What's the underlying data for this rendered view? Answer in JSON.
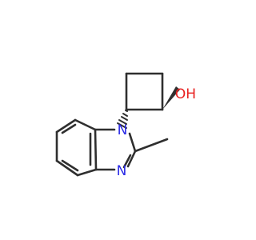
{
  "molecule": {
    "atoms": {
      "oh": "OH",
      "n1": "N",
      "n3": "N"
    },
    "colors": {
      "bond": "#2f2f2f",
      "oxygen": "#e8201f",
      "nitrogen": "#2a2ae6",
      "background": "#ffffff"
    },
    "stereo": {
      "c1_to_oh": "wedge",
      "c2_to_n1": "hash"
    }
  }
}
